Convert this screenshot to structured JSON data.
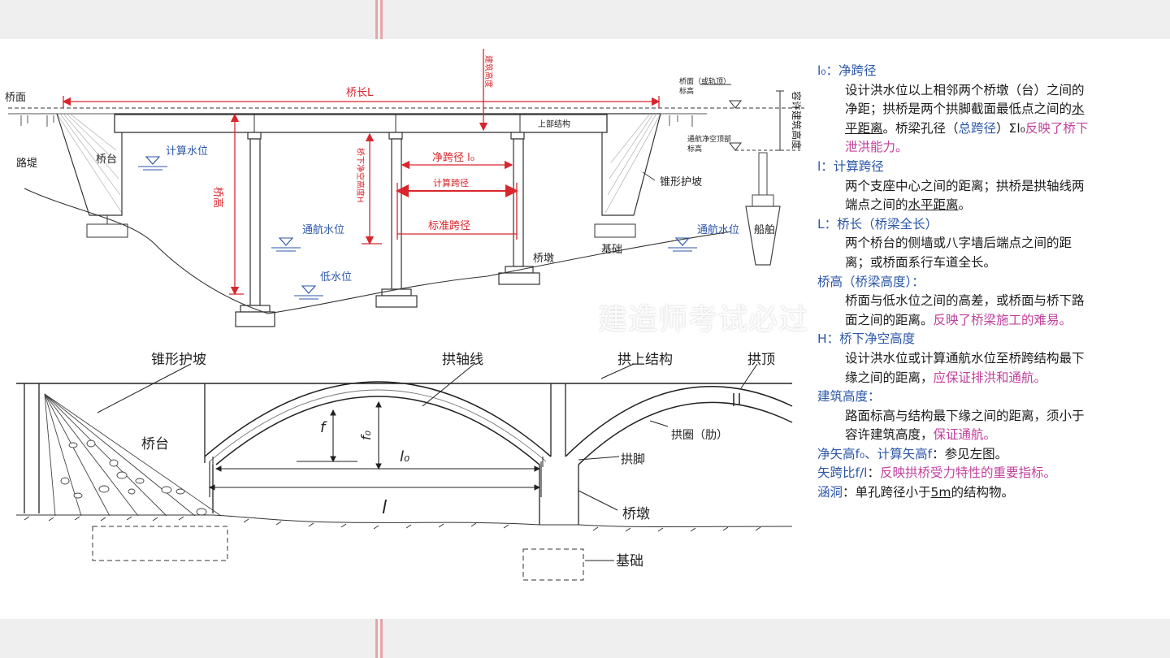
{
  "beam_bridge": {
    "bridge_deck": "桥面",
    "road_embankment": "路堤",
    "abutment": "桥台",
    "design_flood_level": "计算水位",
    "bridge_length": "桥长L",
    "building_height": "建筑高度",
    "deck_or_rail_top_elevation": "桥面（或轨顶）标高",
    "allowable_building_height": "容许建筑高度",
    "superstructure": "上部结构",
    "navigation_clearance_top": "通航净空顶部标高",
    "clear_height_under_bridge": "桥下净空高度H",
    "clear_span": "净跨径 l₀",
    "calculated_span": "计算跨径",
    "standard_span": "标准跨径",
    "bridge_height": "桥高",
    "cone_slope": "锥形护坡",
    "navigation_water_level_left": "通航水位",
    "navigation_water_level_right": "通航水位",
    "foundation": "基础",
    "pier": "桥墩",
    "low_water_level": "低水位",
    "ship": "船舶"
  },
  "arch_bridge": {
    "cone_slope": "锥形护坡",
    "arch_axis": "拱轴线",
    "spandrel_structure": "拱上结构",
    "arch_crown": "拱顶",
    "abutment": "桥台",
    "rise_f": "f",
    "rise_f0": "f₀",
    "clear_span_l0": "l₀",
    "span_l": "l",
    "arch_ring": "拱圈（肋）",
    "arch_springing": "拱脚",
    "pier": "桥墩",
    "foundation": "基础"
  },
  "watermark": "建造师考试必过",
  "definitions": {
    "l0": {
      "term": "l₀：净跨径",
      "line1": "设计洪水位以上相邻两个桥墩（台）之间的",
      "line2_a": "净距；拱桥是两个拱脚截面最低点之间的",
      "line2_u": "水",
      "line3_u": "平距离",
      "line3_b": "。桥梁孔径（",
      "line3_term": "总跨径",
      "line3_c": "）Σl₀",
      "line3_pink": "反映了桥下",
      "line4_pink": "泄洪能力。"
    },
    "l": {
      "term": "l：计算跨径",
      "line1": "两个支座中心之间的距离；拱桥是拱轴线两",
      "line2_a": "端点之间的",
      "line2_u": "水平距离",
      "line2_b": "。"
    },
    "L": {
      "term": "L：桥长（桥梁全长）",
      "line1": "两个桥台的侧墙或八字墙后端点之间的距",
      "line2": "离；或桥面系行车道全长。"
    },
    "height": {
      "term": "桥高（桥梁高度）：",
      "line1": "桥面与低水位之间的高差，或桥面与桥下路",
      "line2_a": "面之间的距离。",
      "line2_pink": "反映了桥梁施工的难易。"
    },
    "H": {
      "term": "H：桥下净空高度",
      "line1": "设计洪水位或计算通航水位至桥跨结构最下",
      "line2_a": "缘之间的距离，",
      "line2_pink": "应保证排洪和通航。"
    },
    "building": {
      "term": "建筑高度：",
      "line1": "路面标高与结构最下缘之间的距离，须小于",
      "line2_a": "容许建筑高度，",
      "line2_pink": "保证通航。"
    },
    "rise": {
      "term": "净矢高f₀、计算矢高f",
      "text": "：参见左图。"
    },
    "ratio": {
      "term": "矢跨比f/l",
      "text": "：",
      "pink": "反映拱桥受力特性的重要指标。"
    },
    "culvert": {
      "term": "涵洞",
      "text_a": "：单孔跨径小于",
      "text_u": "5m",
      "text_b": "的结构物。"
    }
  }
}
